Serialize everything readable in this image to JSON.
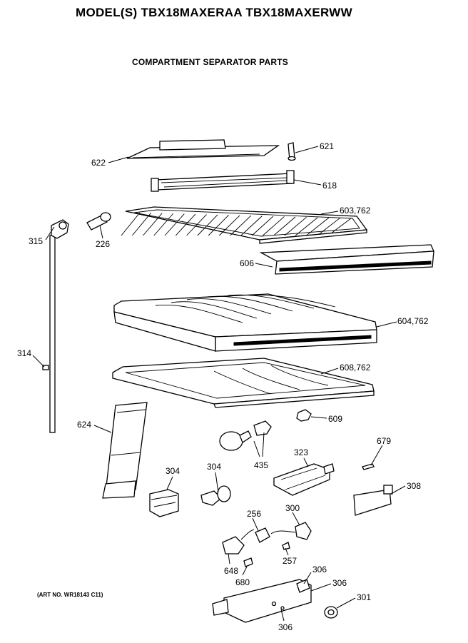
{
  "header": {
    "model_line": "MODEL(S) TBX18MAXERAA  TBX18MAXERWW",
    "section_title": "COMPARTMENT SEPARATOR PARTS",
    "art_number": "(ART NO. WR18143 C11)"
  },
  "callouts": {
    "c622": "622",
    "c621": "621",
    "c618": "618",
    "c603": "603,762",
    "c315": "315",
    "c226": "226",
    "c606": "606",
    "c604": "604,762",
    "c314": "314",
    "c608": "608,762",
    "c609": "609",
    "c624": "624",
    "c435": "435",
    "c679": "679",
    "c323": "323",
    "c304a": "304",
    "c304b": "304",
    "c308": "308",
    "c256": "256",
    "c300": "300",
    "c257": "257",
    "c648": "648",
    "c680": "680",
    "c306a": "306",
    "c306b": "306",
    "c301": "301",
    "c306c": "306"
  }
}
